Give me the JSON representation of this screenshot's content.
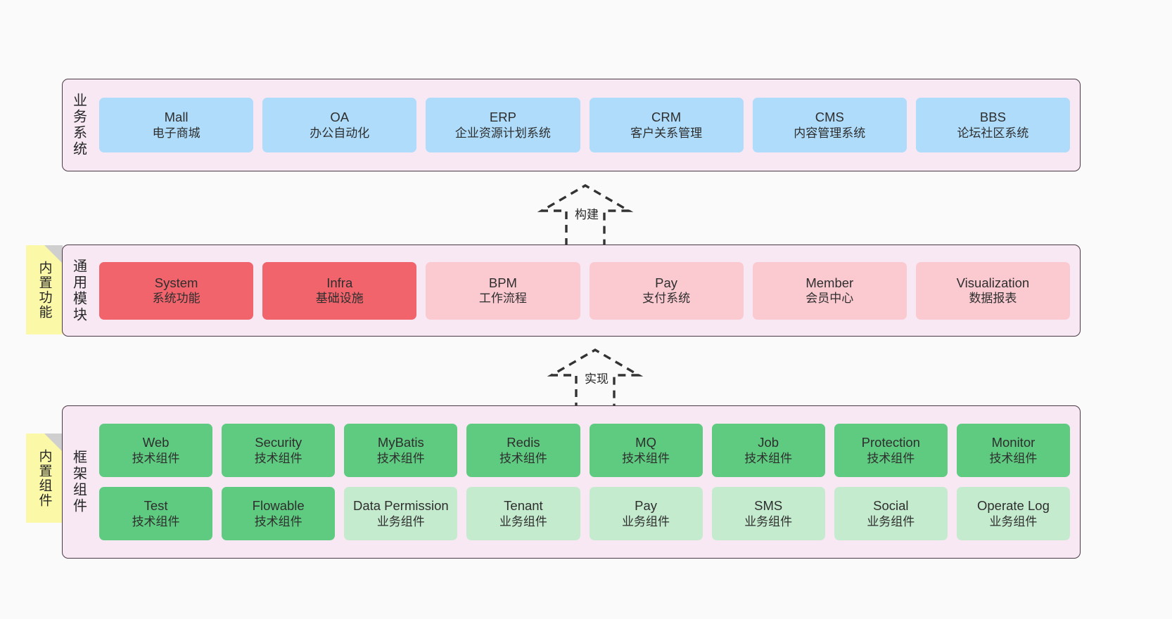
{
  "diagram": {
    "background_color": "#fafafa",
    "layers": [
      {
        "id": "business-systems",
        "title": "业务系统",
        "fill": "#f7e8f3",
        "box_color": "#aedcfa",
        "boxes": [
          {
            "en": "Mall",
            "cn": "电子商城"
          },
          {
            "en": "OA",
            "cn": "办公自动化"
          },
          {
            "en": "ERP",
            "cn": "企业资源计划系统"
          },
          {
            "en": "CRM",
            "cn": "客户关系管理"
          },
          {
            "en": "CMS",
            "cn": "内容管理系统"
          },
          {
            "en": "BBS",
            "cn": "论坛社区系统"
          }
        ]
      },
      {
        "id": "general-modules",
        "title": "通用模块",
        "fill": "#f7e8f3",
        "sticky": "内置功能",
        "sticky_color": "#fbf8a8",
        "boxes": [
          {
            "en": "System",
            "cn": "系统功能",
            "color": "#f1646c"
          },
          {
            "en": "Infra",
            "cn": "基础设施",
            "color": "#f1646c"
          },
          {
            "en": "BPM",
            "cn": "工作流程",
            "color": "#fbcad1"
          },
          {
            "en": "Pay",
            "cn": "支付系统",
            "color": "#fbcad1"
          },
          {
            "en": "Member",
            "cn": "会员中心",
            "color": "#fbcad1"
          },
          {
            "en": "Visualization",
            "cn": "数据报表",
            "color": "#fbcad1"
          }
        ]
      },
      {
        "id": "framework-components",
        "title": "框架组件",
        "fill": "#f7e8f3",
        "sticky": "内置组件",
        "sticky_color": "#fbf8a8",
        "row1": [
          {
            "en": "Web",
            "cn": "技术组件",
            "color": "#5fcb80"
          },
          {
            "en": "Security",
            "cn": "技术组件",
            "color": "#5fcb80"
          },
          {
            "en": "MyBatis",
            "cn": "技术组件",
            "color": "#5fcb80"
          },
          {
            "en": "Redis",
            "cn": "技术组件",
            "color": "#5fcb80"
          },
          {
            "en": "MQ",
            "cn": "技术组件",
            "color": "#5fcb80"
          },
          {
            "en": "Job",
            "cn": "技术组件",
            "color": "#5fcb80"
          },
          {
            "en": "Protection",
            "cn": "技术组件",
            "color": "#5fcb80"
          },
          {
            "en": "Monitor",
            "cn": "技术组件",
            "color": "#5fcb80"
          }
        ],
        "row2": [
          {
            "en": "Test",
            "cn": "技术组件",
            "color": "#5fcb80"
          },
          {
            "en": "Flowable",
            "cn": "技术组件",
            "color": "#5fcb80"
          },
          {
            "en": "Data Permission",
            "cn": "业务组件",
            "color": "#c5ebcf"
          },
          {
            "en": "Tenant",
            "cn": "业务组件",
            "color": "#c5ebcf"
          },
          {
            "en": "Pay",
            "cn": "业务组件",
            "color": "#c5ebcf"
          },
          {
            "en": "SMS",
            "cn": "业务组件",
            "color": "#c5ebcf"
          },
          {
            "en": "Social",
            "cn": "业务组件",
            "color": "#c5ebcf"
          },
          {
            "en": "Operate Log",
            "cn": "业务组件",
            "color": "#c5ebcf"
          }
        ]
      }
    ],
    "connectors": [
      {
        "id": "build",
        "label": "构建",
        "style": "dashed-hollow-arrow-up"
      },
      {
        "id": "implement",
        "label": "实现",
        "style": "dashed-hollow-arrow-up"
      }
    ]
  }
}
